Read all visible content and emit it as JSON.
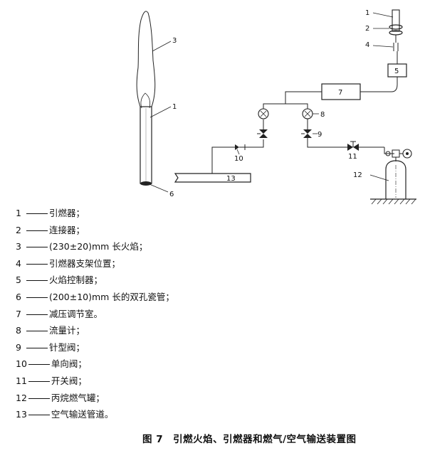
{
  "diagram": {
    "callouts": {
      "c1": "1",
      "c2": "2",
      "c3": "3",
      "c4": "4",
      "c5": "5",
      "c6": "6",
      "c7": "7",
      "c8": "8",
      "c9": "9",
      "c10": "10",
      "c11": "11",
      "c12": "12",
      "c13": "13"
    }
  },
  "legend": [
    {
      "num": "1",
      "text": "引燃器；"
    },
    {
      "num": "2",
      "text": "连接器；"
    },
    {
      "num": "3",
      "text": "(230±20)mm 长火焰；"
    },
    {
      "num": "4",
      "text": "引燃器支架位置；"
    },
    {
      "num": "5",
      "text": "火焰控制器；"
    },
    {
      "num": "6",
      "text": "(200±10)mm 长的双孔瓷管；"
    },
    {
      "num": "7",
      "text": "减压调节室。"
    },
    {
      "num": "8",
      "text": "流量计；"
    },
    {
      "num": "9",
      "text": "针型阀；"
    },
    {
      "num": "10",
      "text": "单向阀；"
    },
    {
      "num": "11",
      "text": "开关阀；"
    },
    {
      "num": "12",
      "text": "丙烷燃气罐；"
    },
    {
      "num": "13",
      "text": "空气输送管道。"
    }
  ],
  "caption": "图 7　引燃火焰、引燃器和燃气/空气输送装置图"
}
